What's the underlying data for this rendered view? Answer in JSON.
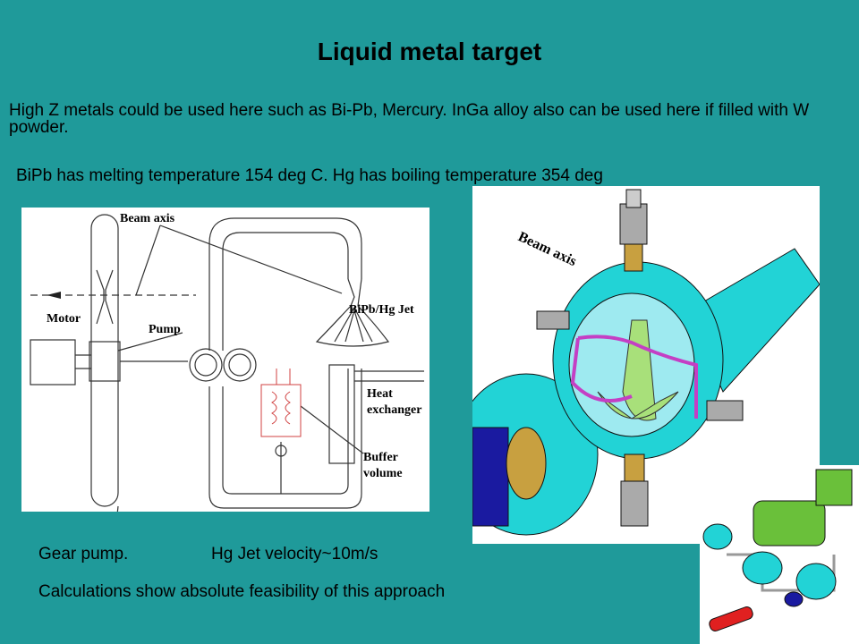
{
  "slide": {
    "title": "Liquid metal target",
    "paragraph1": "High Z metals could be used here such as Bi-Pb, Mercury. InGa alloy also can be used here if filled with W powder.",
    "paragraph2": "BiPb has melting temperature 154 deg C.   Hg has boiling temperature 354 deg"
  },
  "schematic": {
    "labels": {
      "beam_axis": "Beam axis",
      "motor": "Motor",
      "pump": "Pump",
      "jet": "BiPb/Hg Jet",
      "heat": "Heat",
      "exchanger": "exchanger",
      "buffer": "Buffer",
      "volume": "volume"
    }
  },
  "render3d": {
    "label_beam_axis": "Beam axis",
    "colors": {
      "body": "#22d3d6",
      "magenta": "#c43fc4",
      "green": "#a8e07a",
      "navy": "#1a1aa0",
      "gold": "#c8a040"
    }
  },
  "captions": {
    "gear_pump": "Gear pump.",
    "jet_velocity": "Hg Jet velocity~10m/s",
    "calculations": "Calculations show absolute feasibility of this approach"
  }
}
